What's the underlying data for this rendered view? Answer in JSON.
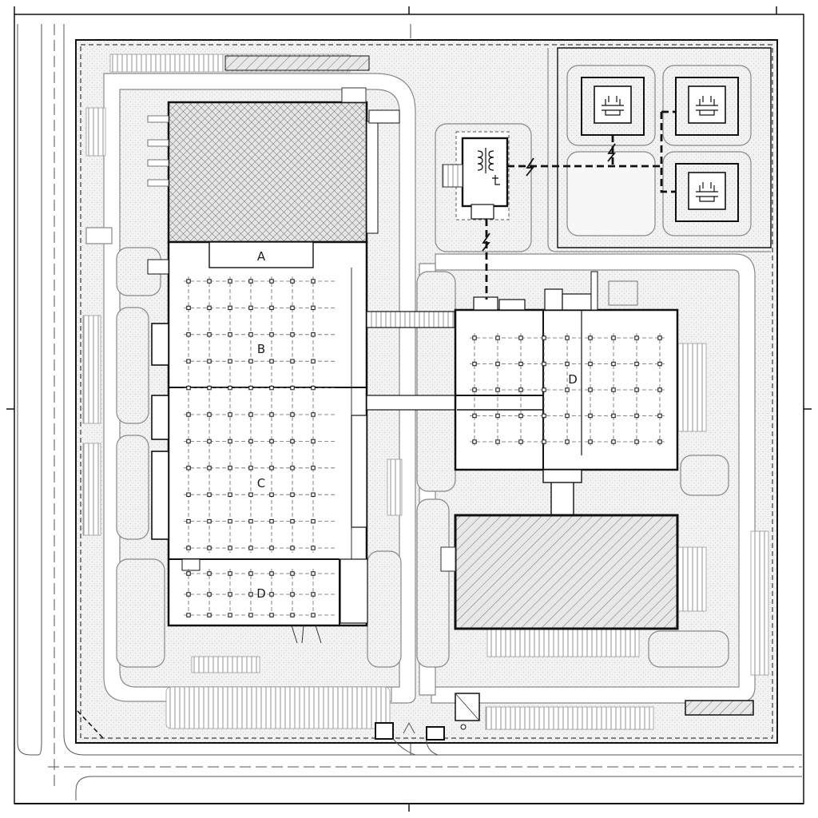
{
  "zones": {
    "a": "A",
    "b": "B",
    "c": "C",
    "d_west": "D",
    "d_east": "D"
  },
  "colors": {
    "line": "#111111",
    "paving": "#ededed",
    "roof_hatch": "#666666",
    "background": "#ffffff"
  },
  "icons": {
    "transformer": "transformer-icon",
    "lightning": "lightning-bolt-icon"
  }
}
